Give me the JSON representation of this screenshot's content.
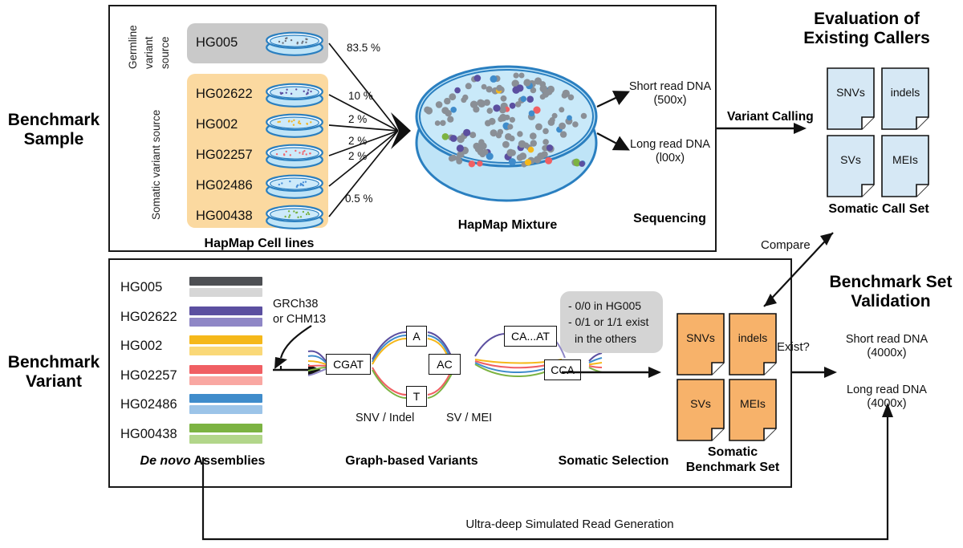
{
  "left_labels": {
    "benchmark_sample": "Benchmark\nSample",
    "benchmark_sample_l1": "Benchmark",
    "benchmark_sample_l2": "Sample",
    "benchmark_variant_l1": "Benchmark",
    "benchmark_variant_l2": "Variant"
  },
  "top_panel": {
    "germline_label": "Germline\nvariant\nsource",
    "germline_l1": "Germline",
    "germline_l2": "variant",
    "germline_l3": "source",
    "somatic_label": "Somatic variant source",
    "germline_cells": [
      {
        "id": "HG005",
        "pct": "83.5 %",
        "dot_color": "#6b6f7a"
      }
    ],
    "somatic_cells": [
      {
        "id": "HG02622",
        "pct": "10 %",
        "dot_color": "#5b4fa0"
      },
      {
        "id": "HG002",
        "pct": "2 %",
        "dot_color": "#f0b429"
      },
      {
        "id": "HG02257",
        "pct": "2 %",
        "dot_color": "#ef6a72"
      },
      {
        "id": "HG02486",
        "pct": "2 %",
        "dot_color": "#4a90d9"
      },
      {
        "id": "HG00438",
        "pct": "0.5 %",
        "dot_color": "#79b143"
      }
    ],
    "cell_lines_caption": "HapMap Cell lines",
    "mixture_caption": "HapMap Mixture",
    "sequencing_caption": "Sequencing",
    "outputs": [
      {
        "l1": "Short read DNA",
        "l2": "(500x)"
      },
      {
        "l1": "Long read DNA",
        "l2": "(l00x)"
      }
    ],
    "germline_bg": "#c9c9c9",
    "somatic_bg": "#fbd9a0"
  },
  "right_top": {
    "title_l1": "Evaluation of",
    "title_l2": "Existing Callers",
    "variant_calling": "Variant Calling",
    "docs": [
      "SNVs",
      "indels",
      "SVs",
      "MEIs"
    ],
    "caption": "Somatic Call Set",
    "doc_color": "#d6e8f5"
  },
  "bottom_panel": {
    "assemblies": [
      {
        "id": "HG005",
        "dark": "#4d4f53",
        "light": "#d6d6d6"
      },
      {
        "id": "HG02622",
        "dark": "#5b4fa0",
        "light": "#8f87c6"
      },
      {
        "id": "HG002",
        "dark": "#f5b81a",
        "light": "#fad877"
      },
      {
        "id": "HG02257",
        "dark": "#f05f63",
        "light": "#f9a7a2"
      },
      {
        "id": "HG02486",
        "dark": "#3f8ccb",
        "light": "#9cc4e8"
      },
      {
        "id": "HG00438",
        "dark": "#7cb342",
        "light": "#b2d68a"
      }
    ],
    "assemblies_caption_italic": "De novo",
    "assemblies_caption_rest": " Assemblies",
    "reference_l1": "GRCh38",
    "reference_l2": "or CHM13",
    "graph_nodes": [
      "CGAT",
      "A",
      "T",
      "AC",
      "CA...AT",
      "CCA"
    ],
    "graph_sub_left": "SNV / Indel",
    "graph_sub_right": "SV / MEI",
    "graph_caption": "Graph-based Variants",
    "selection_rules": [
      "- 0/0 in HG005",
      "- 0/1 or 1/1 exist",
      "  in the others"
    ],
    "selection_rule_1": "- 0/0 in HG005",
    "selection_rule_2a": "- 0/1 or 1/1 exist",
    "selection_rule_2b": "in the others",
    "selection_caption": "Somatic Selection",
    "benchmark_docs": [
      "SNVs",
      "indels",
      "SVs",
      "MEIs"
    ],
    "benchmark_caption_l1": "Somatic",
    "benchmark_caption_l2": "Benchmark Set",
    "benchmark_doc_color": "#f7b26a"
  },
  "right_bottom": {
    "compare_label": "Compare",
    "title_l1": "Benchmark Set",
    "title_l2": "Validation",
    "exist_label": "Exist?",
    "outputs": [
      {
        "l1": "Short read DNA",
        "l2": "(4000x)"
      },
      {
        "l1": "Long read DNA",
        "l2": "(4000x)"
      }
    ]
  },
  "footer": {
    "loop_label": "Ultra-deep Simulated Read Generation"
  }
}
